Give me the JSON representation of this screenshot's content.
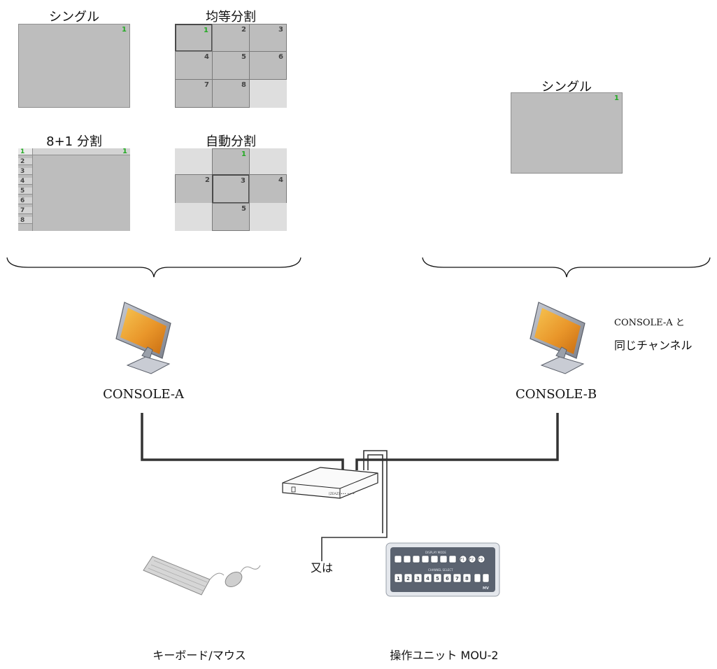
{
  "layouts": {
    "single": {
      "title": "シングル",
      "channel": "1"
    },
    "equal_split": {
      "title": "均等分割",
      "cells": [
        "1",
        "2",
        "3",
        "4",
        "5",
        "6",
        "7",
        "8",
        ""
      ]
    },
    "eight_plus_one": {
      "title": "8+1 分割",
      "main_channel": "1",
      "sidebar": [
        "1",
        "2",
        "3",
        "4",
        "5",
        "6",
        "7",
        "8"
      ]
    },
    "auto_split": {
      "title": "自動分割",
      "cells": [
        "",
        "1",
        "",
        "2",
        "3",
        "4",
        "",
        "5",
        ""
      ]
    },
    "single_b": {
      "title": "シングル",
      "channel": "1"
    }
  },
  "consoles": {
    "a": {
      "label": "CONSOLE-A"
    },
    "b": {
      "label": "CONSOLE-B",
      "note_line1": "CONSOLE-A と",
      "note_line2": "同じチャンネル"
    }
  },
  "switch_device": {
    "front_text": "[ZEAZ] ••• ••••"
  },
  "inputs": {
    "keyboard_mouse_label": "キーボード/マウス",
    "or_label": "又は",
    "operation_unit_label": "操作ユニット MOU-2",
    "unit_panel": {
      "top_title": "DISPLAY MODE",
      "mid_title": "CHANNEL SELECT",
      "fn_keys": [
        "F1",
        "F2",
        "F3"
      ],
      "channel_keys": [
        "1",
        "2",
        "3",
        "4",
        "5",
        "6",
        "7",
        "8"
      ],
      "brand": "MV"
    }
  },
  "colors": {
    "screen": "#bdbdbd",
    "empty_cell": "#dedede",
    "active_channel": "#22aa22",
    "cable": "#333333"
  }
}
